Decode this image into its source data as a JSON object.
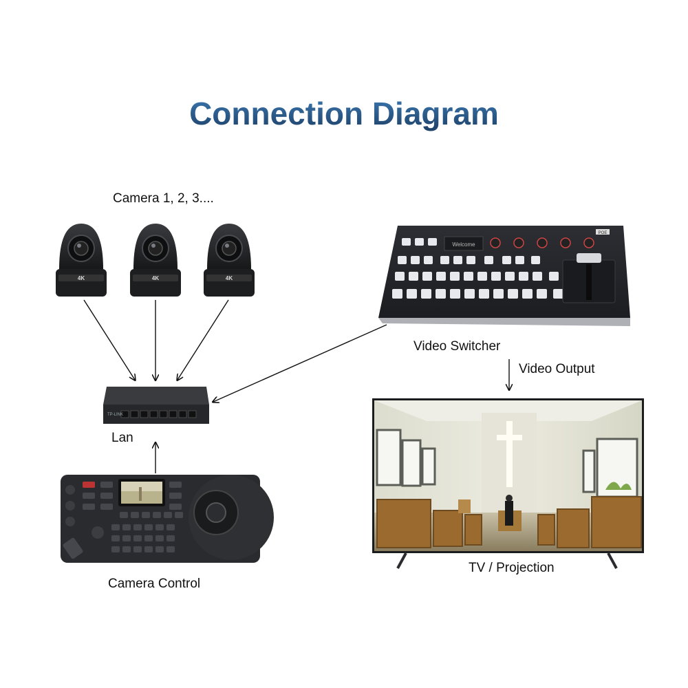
{
  "title": "Connection Diagram",
  "nodes": {
    "cameras": {
      "label": "Camera 1, 2, 3....",
      "badge": "4K"
    },
    "switch": {
      "label": "Lan",
      "brand": "TP-LINK"
    },
    "controller": {
      "label": "Camera Control"
    },
    "video_switcher": {
      "label": "Video Switcher",
      "screen_text": "Welcome",
      "badge": "POE"
    },
    "tv": {
      "label": "TV / Projection"
    }
  },
  "edges": {
    "switcher_to_tv": {
      "label": "Video Output"
    }
  },
  "colors": {
    "title": "#2f5f8f",
    "device_body": "#2a2b2e",
    "arrow": "#111111"
  }
}
